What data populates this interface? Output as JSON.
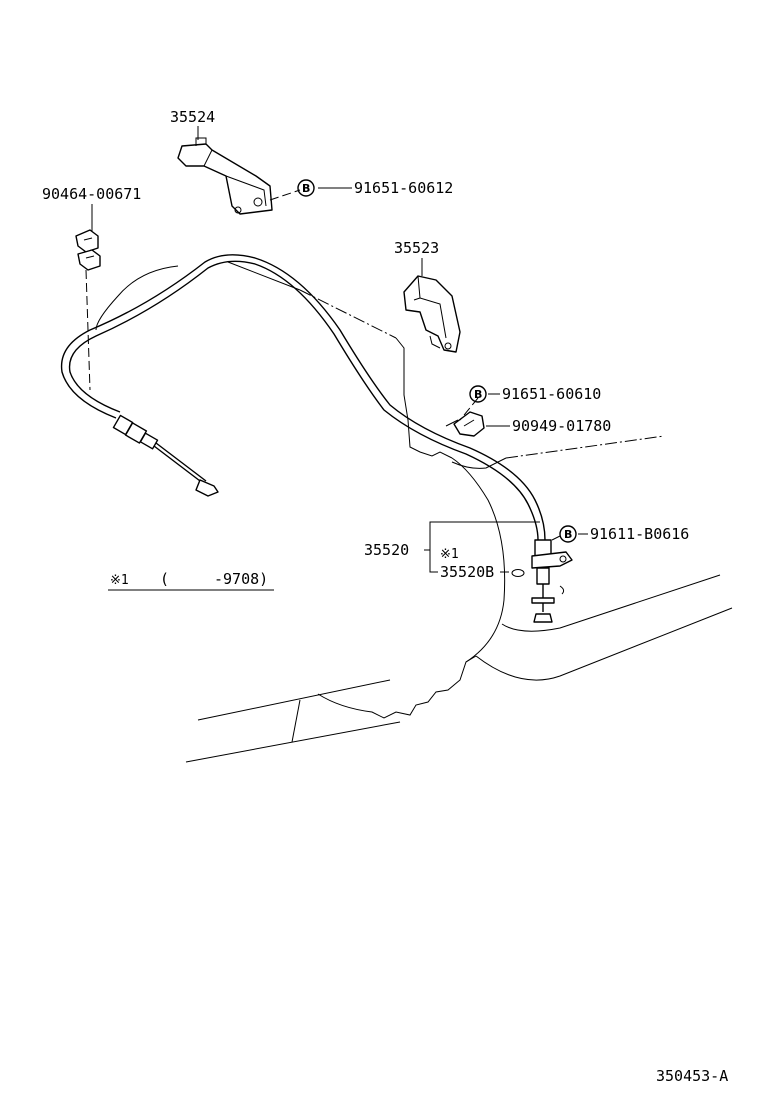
{
  "labels": {
    "part_35524": "35524",
    "part_90464": "90464-00671",
    "part_91651_60612": "91651-60612",
    "part_35523": "35523",
    "part_91651_60610": "91651-60610",
    "part_90949": "90949-01780",
    "part_91611": "91611-B0616",
    "part_35520": "35520",
    "part_35520b": "35520B",
    "note_mark_callout": "※1",
    "footnote_mark": "※1",
    "footnote_range_open": "(",
    "footnote_range": "-9708)",
    "diagram_id": "350453-A"
  },
  "bolt_marker": "B"
}
